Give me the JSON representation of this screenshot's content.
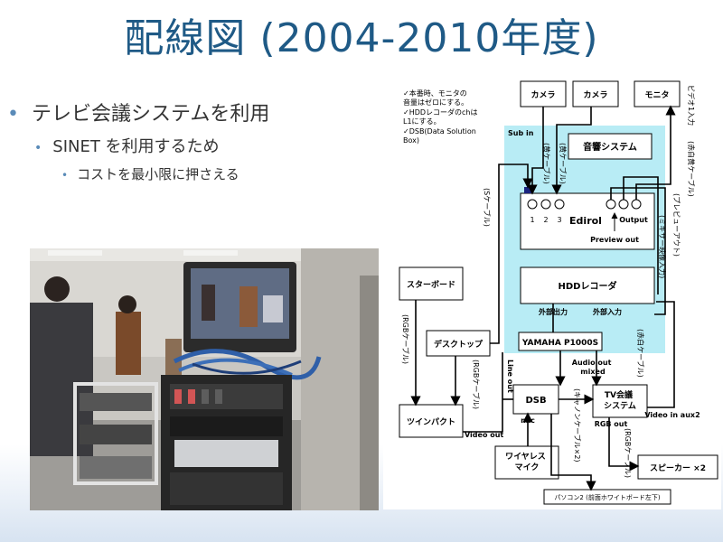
{
  "slide": {
    "title": "配線図 (2004-2010年度)"
  },
  "bullets": [
    {
      "level": 1,
      "text": "テレビ会議システムを利用"
    },
    {
      "level": 2,
      "text": "SINET を利用するため"
    },
    {
      "level": 3,
      "text": "コストを最小限に押さえる"
    }
  ],
  "diagram": {
    "notes": [
      "✓本番時、モニタの",
      "音量はゼロにする。",
      "✓HDDレコーダのchは",
      "L1にする。",
      "✓DSB(Data Solution",
      "Box)"
    ],
    "sub_in": "Sub in",
    "camera1": "カメラ",
    "camera2": "カメラ",
    "monitor": "モニタ",
    "audio_system": "音響システム",
    "edirol": "Edirol",
    "input1": "1",
    "input2": "2",
    "input3": "3",
    "output": "Output",
    "preview_out": "Preview out",
    "hdd": "HDDレコーダ",
    "ext_out": "外部出力",
    "ext_in": "外部入力",
    "yamaha": "YAMAHA P1000S",
    "star_board": "スターボード",
    "desktop": "デスクトップ",
    "twin_pact": "ツインパクト",
    "dsb": "DSB",
    "tv_conf": "TV会議\nシステム",
    "wireless_mic": "ワイヤレス\nマイク",
    "speaker": "スピーカー ×2",
    "pc2": "パソコン2 (前面ホワイトボード左下)",
    "line_out": "Line out",
    "audio_out_mixed": "Audio out\nmixed",
    "rgb_out": "RGB out",
    "video_in_aux2": "Video in aux2",
    "video_out": "Video out",
    "mic": "mic",
    "cable_yellow1": "(黄ケーブル)",
    "cable_yellow2": "(黄ケーブル)",
    "cable_s": "(Sケーブル)",
    "cable_video_in": "ビデオ1入力",
    "cable_redwhiteyellow": "(赤白黄ケーブル)",
    "cable_preview_out": "(プレビューアウト)",
    "cable_mixer": "(ミキサー映像入力)",
    "cable_rgb1": "(RGBケーブル)",
    "cable_rgb2": "(RGBケーブル)",
    "cable_rgb3": "(RGBケーブル)",
    "cable_redwhite": "(赤白ケーブル)",
    "cable_cannon": "(キャノンケーブル×2)"
  },
  "colors": {
    "title": "#1f5a86",
    "bullet_dot": "#5a8bb8",
    "highlight": "#b8ecf5",
    "edirol_sub": "#1a237e"
  }
}
